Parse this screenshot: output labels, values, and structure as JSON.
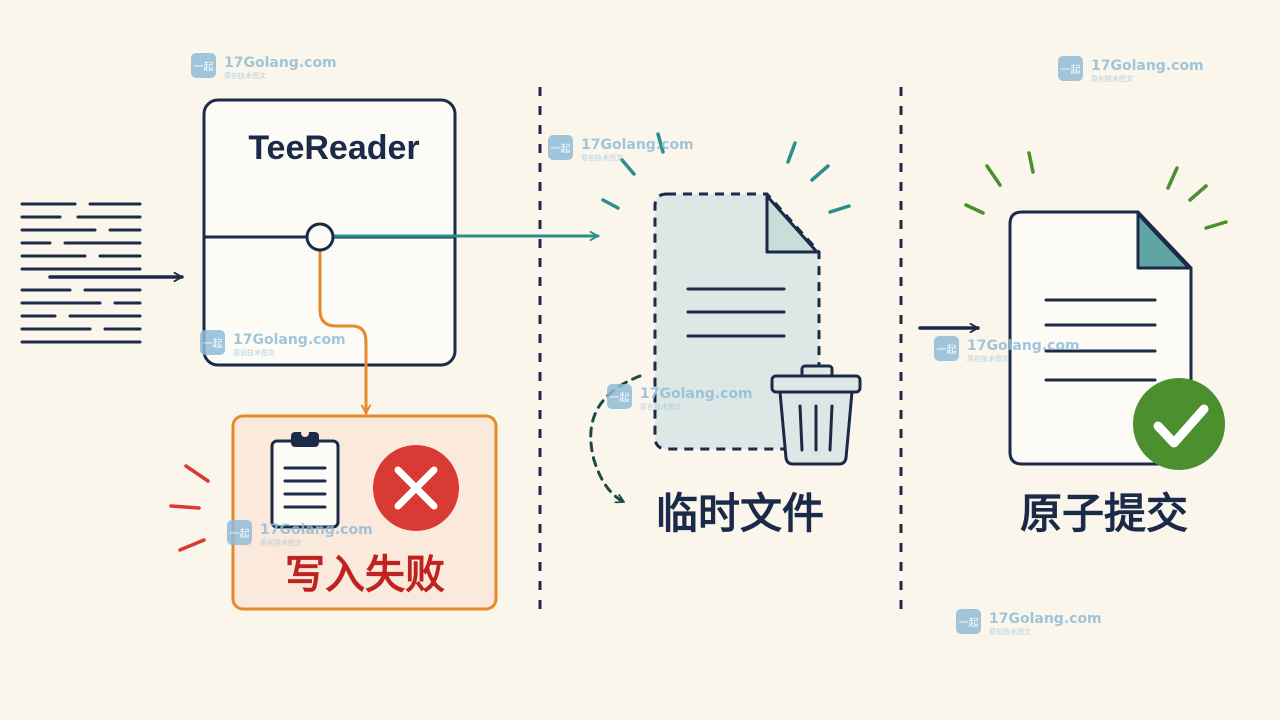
{
  "colors": {
    "background": "#faf6ec",
    "navy": "#1c2a4a",
    "teal": "#2a8f8a",
    "orange": "#e5892a",
    "red": "#d93a33",
    "red_text": "#c0231f",
    "green": "#4b8f2e",
    "tmp_fill": "#dde8e6",
    "tmp_corner": "#c9ddd9",
    "commit_corner": "#5fa5a2",
    "fail_fill": "#fbe9dc",
    "watermark": "#8fbcd8"
  },
  "tee_box": {
    "title": "TeeReader"
  },
  "failure": {
    "label": "写入失败",
    "icons": [
      "clipboard-icon",
      "error-x-icon"
    ]
  },
  "temp_file": {
    "label": "临时文件",
    "icons": [
      "temp-file-icon",
      "trash-icon"
    ]
  },
  "commit": {
    "label": "原子提交",
    "icons": [
      "file-icon",
      "check-icon"
    ]
  },
  "watermark": {
    "site": "17Golang.com",
    "sub": "原创技术图文",
    "logo_text": "一起"
  }
}
